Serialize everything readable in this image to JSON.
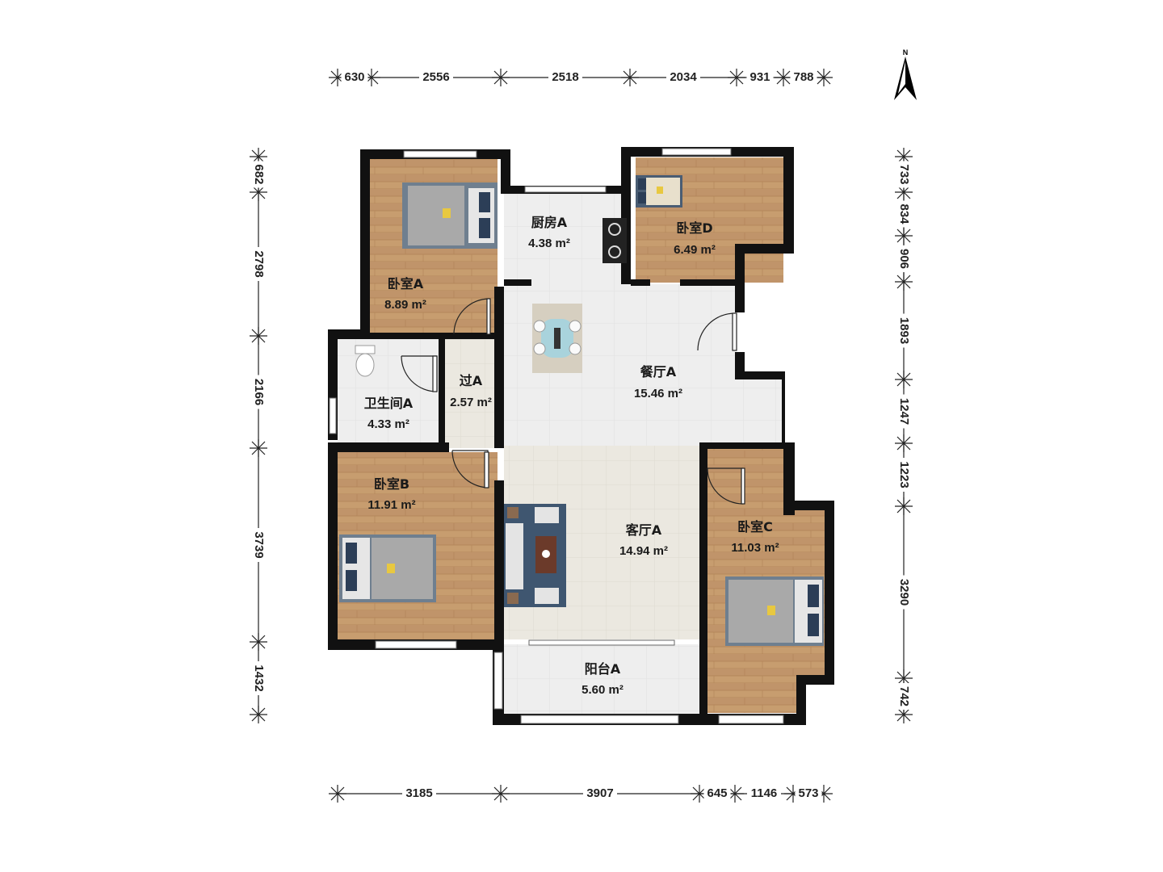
{
  "compass": {
    "label": "N",
    "icon": "north-arrow-icon"
  },
  "dimensions": {
    "top": [
      "630",
      "2556",
      "2518",
      "2034",
      "931",
      "788"
    ],
    "bottom": [
      "3185",
      "3907",
      "645",
      "1146",
      "573"
    ],
    "left": [
      "682",
      "2798",
      "2166",
      "3739",
      "1432"
    ],
    "right": [
      "733",
      "834",
      "906",
      "1893",
      "1247",
      "1223",
      "3290",
      "742"
    ]
  },
  "rooms": {
    "bedroom_a": {
      "name": "卧室A",
      "area": "8.89 m²"
    },
    "kitchen_a": {
      "name": "厨房A",
      "area": "4.38 m²"
    },
    "bedroom_d": {
      "name": "卧室D",
      "area": "6.49 m²"
    },
    "dining_a": {
      "name": "餐厅A",
      "area": "15.46 m²"
    },
    "bathroom_a": {
      "name": "卫生间A",
      "area": "4.33 m²"
    },
    "hall_a": {
      "name": "过A",
      "area": "2.57 m²"
    },
    "bedroom_b": {
      "name": "卧室B",
      "area": "11.91 m²"
    },
    "living_a": {
      "name": "客厅A",
      "area": "14.94 m²"
    },
    "bedroom_c": {
      "name": "卧室C",
      "area": "11.03 m²"
    },
    "balcony_a": {
      "name": "阳台A",
      "area": "5.60 m²"
    }
  },
  "colors": {
    "wall": "#111111",
    "wood_floor": "#c49a6c",
    "tile_floor": "#ececec",
    "living_floor": "#ebe7dd",
    "dim_line": "#222222"
  }
}
